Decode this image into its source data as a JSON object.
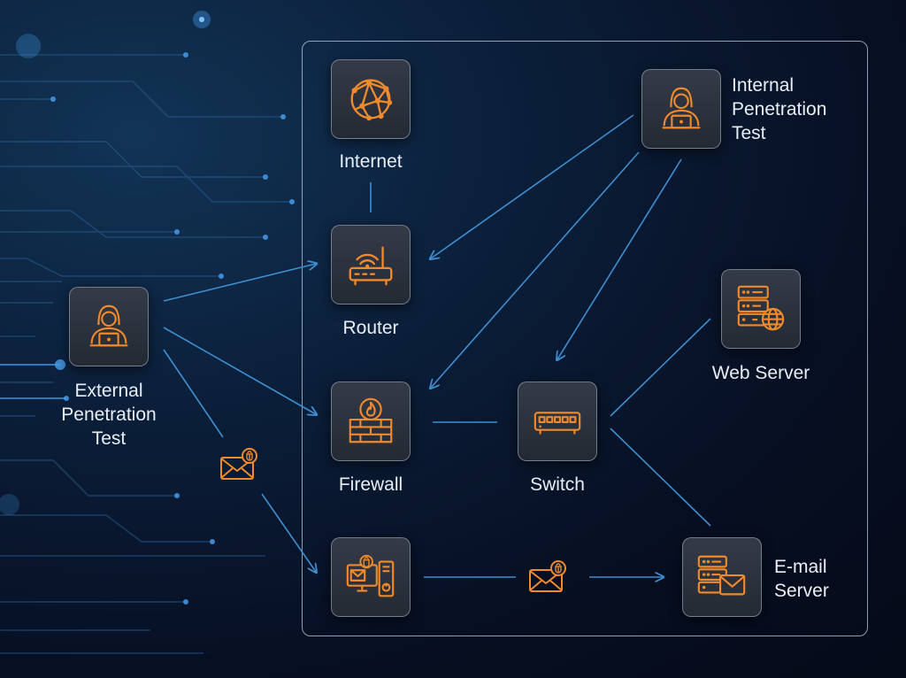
{
  "colors": {
    "accent": "#f08a2c",
    "line": "#3e8ed0",
    "frame": "#c0cde0"
  },
  "nodes": {
    "internet": {
      "label": "Internet",
      "icon": "globe-network-icon"
    },
    "router": {
      "label": "Router",
      "icon": "wifi-router-icon"
    },
    "firewall": {
      "label": "Firewall",
      "icon": "firewall-icon"
    },
    "switch": {
      "label": "Switch",
      "icon": "network-switch-icon"
    },
    "workstation": {
      "icon": "infected-workstation-icon"
    },
    "web_server": {
      "label": "Web Server",
      "icon": "web-server-icon"
    },
    "email_server": {
      "label_lines": [
        "E-mail",
        "Server"
      ],
      "icon": "email-server-icon"
    },
    "external_test": {
      "label_lines": [
        "External",
        "Penetration",
        "Test"
      ],
      "icon": "hacker-icon"
    },
    "internal_test": {
      "label_lines": [
        "Internal",
        "Penetration",
        "Test"
      ],
      "icon": "hacker-icon"
    }
  },
  "phishing_emails": [
    {
      "icon": "malicious-email-icon"
    },
    {
      "icon": "malicious-email-icon"
    }
  ]
}
